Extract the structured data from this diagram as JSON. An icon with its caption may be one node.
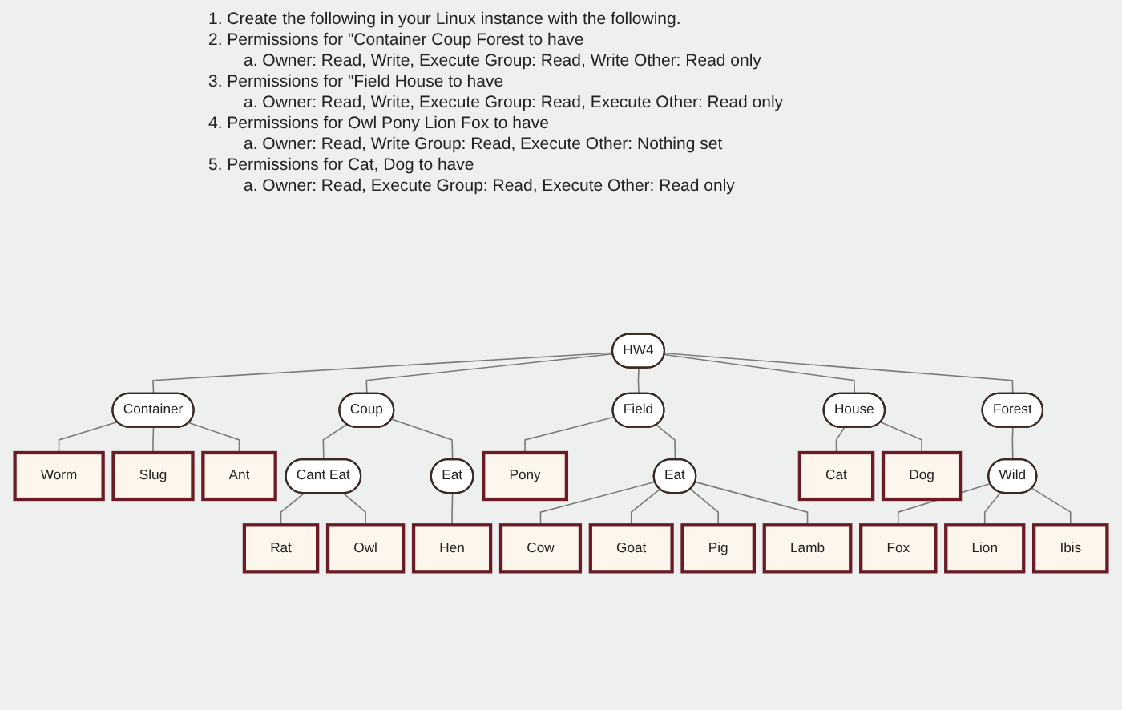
{
  "diagram": {
    "nodes": [
      {
        "text": [
          "HW4"
        ]
      },
      {
        "text": [
          "Container"
        ]
      },
      {
        "text": [
          "Coup"
        ]
      },
      {
        "text": [
          "Field"
        ]
      },
      {
        "text": [
          "House"
        ]
      },
      {
        "text": [
          "Forest"
        ]
      },
      {
        "text": [
          "Worm"
        ]
      },
      {
        "text": [
          "Slug"
        ]
      },
      {
        "text": [
          "Ant"
        ]
      },
      {
        "text": [
          "Cant Eat"
        ]
      },
      {
        "text": [
          "Eat"
        ]
      },
      {
        "text": [
          "Pony"
        ]
      },
      {
        "text": [
          "Eat"
        ]
      },
      {
        "text": [
          "Cat"
        ]
      },
      {
        "text": [
          "Dog"
        ]
      },
      {
        "text": [
          "Wild"
        ]
      },
      {
        "text": [
          "Hen"
        ]
      },
      {
        "text": [
          "Lamb"
        ]
      },
      {
        "text": [
          "Rat"
        ]
      },
      {
        "text": [
          "Owl"
        ]
      },
      {
        "text": [
          "Cow"
        ]
      },
      {
        "text": [
          "Goat"
        ]
      },
      {
        "text": [
          "Pig"
        ]
      },
      {
        "text": [
          "Fox"
        ]
      },
      {
        "text": [
          "Lion"
        ]
      },
      {
        "text": [
          "Ibis"
        ]
      }
    ],
    "edges": [
      {
        "from": 0,
        "to": 1,
        "arrow": "none"
      },
      {
        "from": 0,
        "to": 2,
        "arrow": "none"
      },
      {
        "from": 0,
        "to": 3,
        "arrow": "none"
      },
      {
        "from": 0,
        "to": 4,
        "arrow": "none"
      },
      {
        "from": 0,
        "to": 5,
        "arrow": "none"
      },
      {
        "from": 1,
        "to": 6,
        "arrow": "none"
      },
      {
        "from": 1,
        "to": 7,
        "arrow": "none"
      },
      {
        "from": 1,
        "to": 8,
        "arrow": "none"
      },
      {
        "from": 2,
        "to": 9,
        "arrow": "none"
      },
      {
        "from": 2,
        "to": 10,
        "arrow": "none"
      },
      {
        "from": 9,
        "to": 18,
        "arrow": "none"
      },
      {
        "from": 9,
        "to": 19,
        "arrow": "none"
      },
      {
        "from": 10,
        "to": 16,
        "arrow": "none"
      },
      {
        "from": 3,
        "to": 11,
        "arrow": "none"
      },
      {
        "from": 3,
        "to": 12,
        "arrow": "none"
      },
      {
        "from": 12,
        "to": 20,
        "arrow": "none"
      },
      {
        "from": 12,
        "to": 21,
        "arrow": "none"
      },
      {
        "from": 12,
        "to": 22,
        "arrow": "none"
      },
      {
        "from": 12,
        "to": 17,
        "arrow": "none"
      },
      {
        "from": 4,
        "to": 13,
        "arrow": "none"
      },
      {
        "from": 4,
        "to": 14,
        "arrow": "none"
      },
      {
        "from": 5,
        "to": 15,
        "arrow": "none"
      },
      {
        "from": 15,
        "to": 23,
        "arrow": "none"
      },
      {
        "from": 15,
        "to": 24,
        "arrow": "none"
      },
      {
        "from": 15,
        "to": 25,
        "arrow": "none"
      }
    ],
    "labels": [
      "1. Create the following in your Linux instance with the following.",
      "2. Permissions for \"Container Coup Forest to have",
      "a. Owner: Read, Write, Execute Group: Read, Write Other: Read only",
      "3. Permissions for \"Field House to have",
      "a. Owner: Read, Write, Execute Group: Read, Execute Other: Read only",
      "4. Permissions for Owl Pony Lion Fox to have",
      "a. Owner: Read, Write Group: Read, Execute Other: Nothing set",
      "5. Permissions for Cat, Dog to have",
      "a. Owner: Read, Execute Group: Read, Execute Other: Read only"
    ]
  }
}
